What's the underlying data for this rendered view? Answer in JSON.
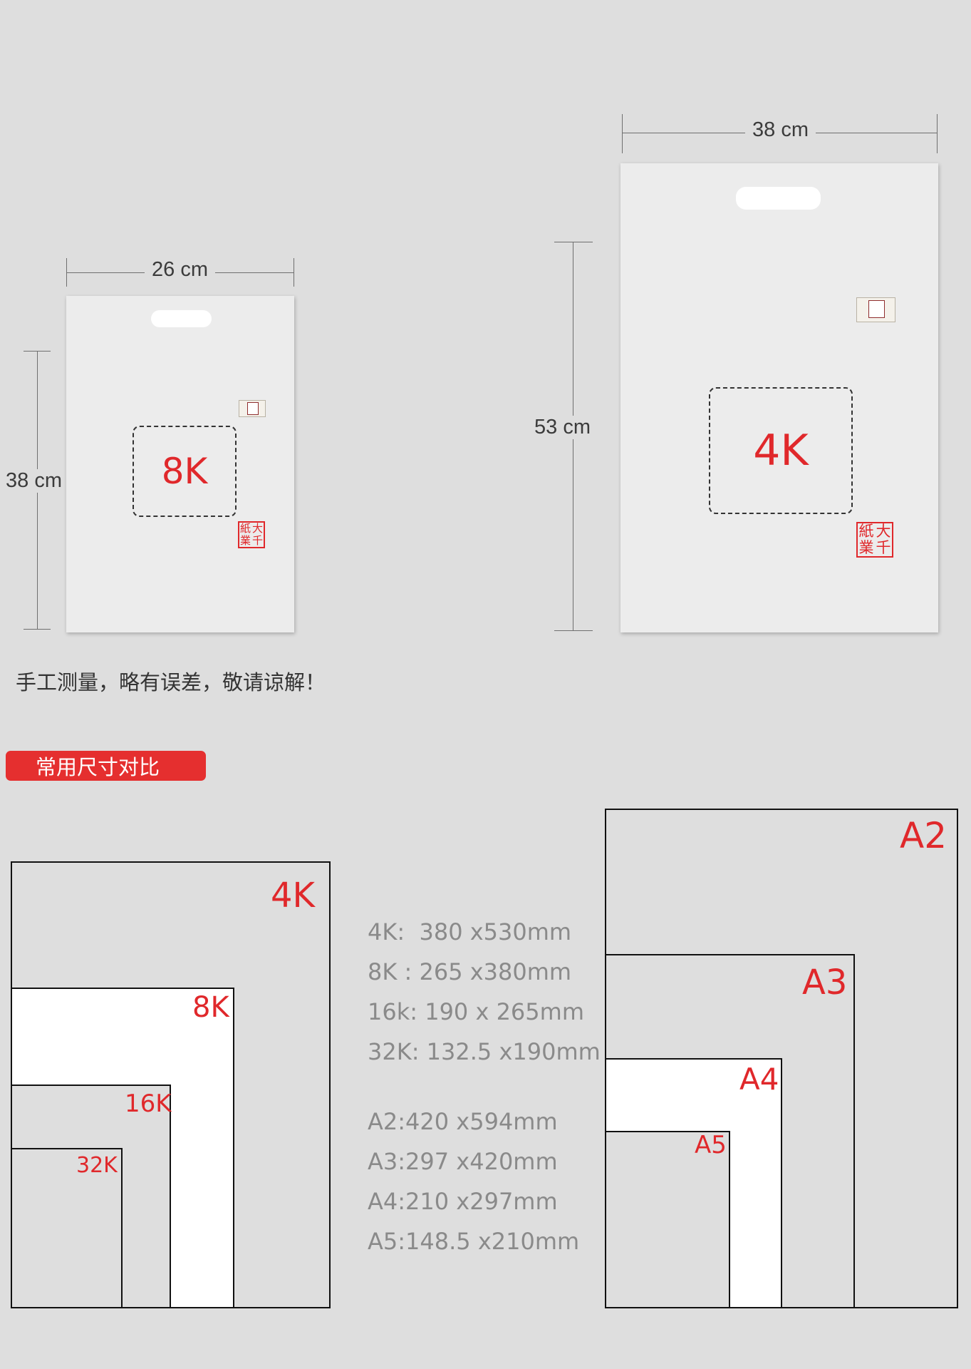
{
  "bags": {
    "small": {
      "width_label": "26 cm",
      "height_label": "38 cm",
      "size_label": "8K",
      "seal_chars": [
        "大",
        "紙",
        "千",
        "業"
      ]
    },
    "large": {
      "width_label": "38 cm",
      "height_label": "53 cm",
      "size_label": "4K",
      "seal_chars": [
        "大",
        "紙",
        "千",
        "業"
      ]
    }
  },
  "note": "手工测量，略有误差，敬请谅解！",
  "section_title": "常用尺寸对比",
  "k_sheets": [
    "4K",
    "8K",
    "16K",
    "32K"
  ],
  "a_sheets": [
    "A2",
    "A3",
    "A4",
    "A5"
  ],
  "specs": {
    "k": [
      "4K:  380 x530mm",
      "8K : 265 x380mm",
      "16k: 190 x 265mm",
      "32K: 132.5 x190mm"
    ],
    "a": [
      "A2:420 x594mm",
      "A3:297 x420mm",
      "A4:210 x297mm",
      "A5:148.5 x210mm"
    ]
  },
  "colors": {
    "accent": "#e0282b",
    "tag_background": "#e52f2f",
    "background": "#dedede"
  }
}
